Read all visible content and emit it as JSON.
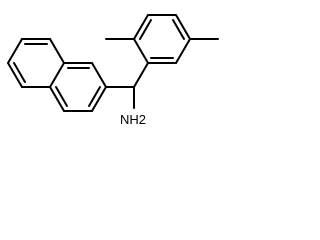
{
  "structure": {
    "rings": [
      {
        "name": "naphthalene-ring-a"
      },
      {
        "name": "naphthalene-ring-b"
      },
      {
        "name": "dimethylphenyl-ring"
      }
    ],
    "atom_labels": [
      {
        "text": "NH2",
        "element": "N"
      }
    ],
    "bond_color": "#000000",
    "background": "#ffffff"
  }
}
